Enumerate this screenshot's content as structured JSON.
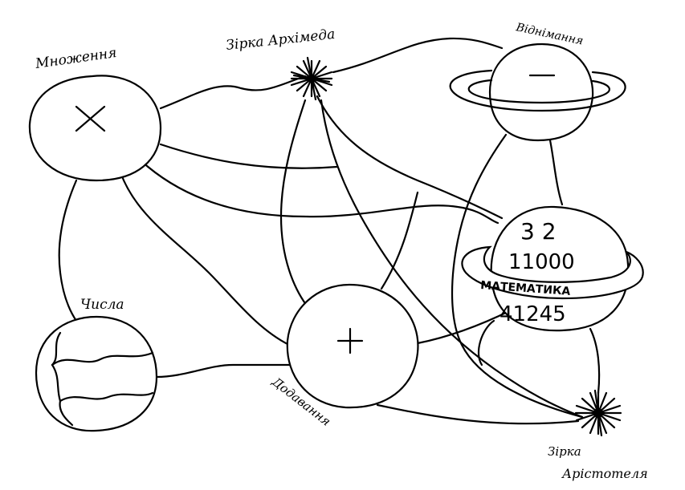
{
  "labels": {
    "multiplication": "Множення",
    "archimedes_star": "Зірка Архімеда",
    "subtraction": "Віднімання",
    "numbers": "Числа",
    "addition": "Додавання",
    "aristotle_star_1": "Зірка",
    "aristotle_star_2": "Арістотеля"
  },
  "symbols": {
    "multiply": "×",
    "minus": "−",
    "plus": "+"
  },
  "math_planet": {
    "line1": "3 2",
    "line2": "11000",
    "ring_text": "МАТЕМАТИКА",
    "line3": "41245"
  }
}
